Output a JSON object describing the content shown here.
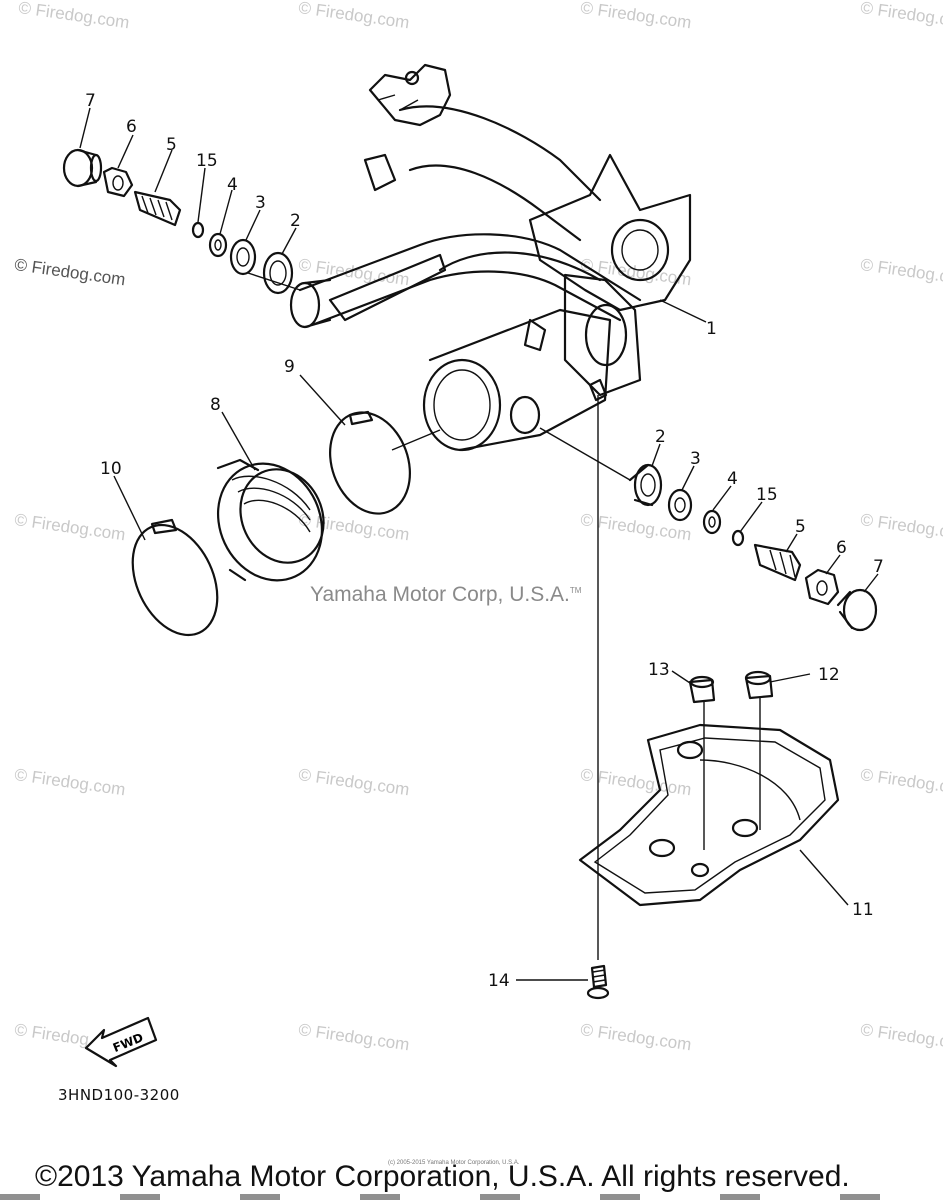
{
  "watermark": {
    "text": "© Firedog.com"
  },
  "diagram": {
    "code": "3HND100-3200",
    "center_note": "Yamaha Motor Corp, U.S.A.",
    "tm_mark": "TM",
    "fwd_label": "FWD",
    "small_credit": "(c) 2005-2015 Yamaha Motor Corporation, U.S.A.",
    "copyright": "©2013 Yamaha Motor Corporation, U.S.A. All rights reserved.",
    "callouts": [
      "7",
      "6",
      "5",
      "15",
      "4",
      "3",
      "2",
      "1",
      "9",
      "8",
      "10",
      "2",
      "3",
      "4",
      "15",
      "5",
      "6",
      "7",
      "13",
      "12",
      "11",
      "14"
    ]
  },
  "colors": {
    "line": "#111111",
    "watermark": "#c9c9c9",
    "background": "#ffffff"
  }
}
